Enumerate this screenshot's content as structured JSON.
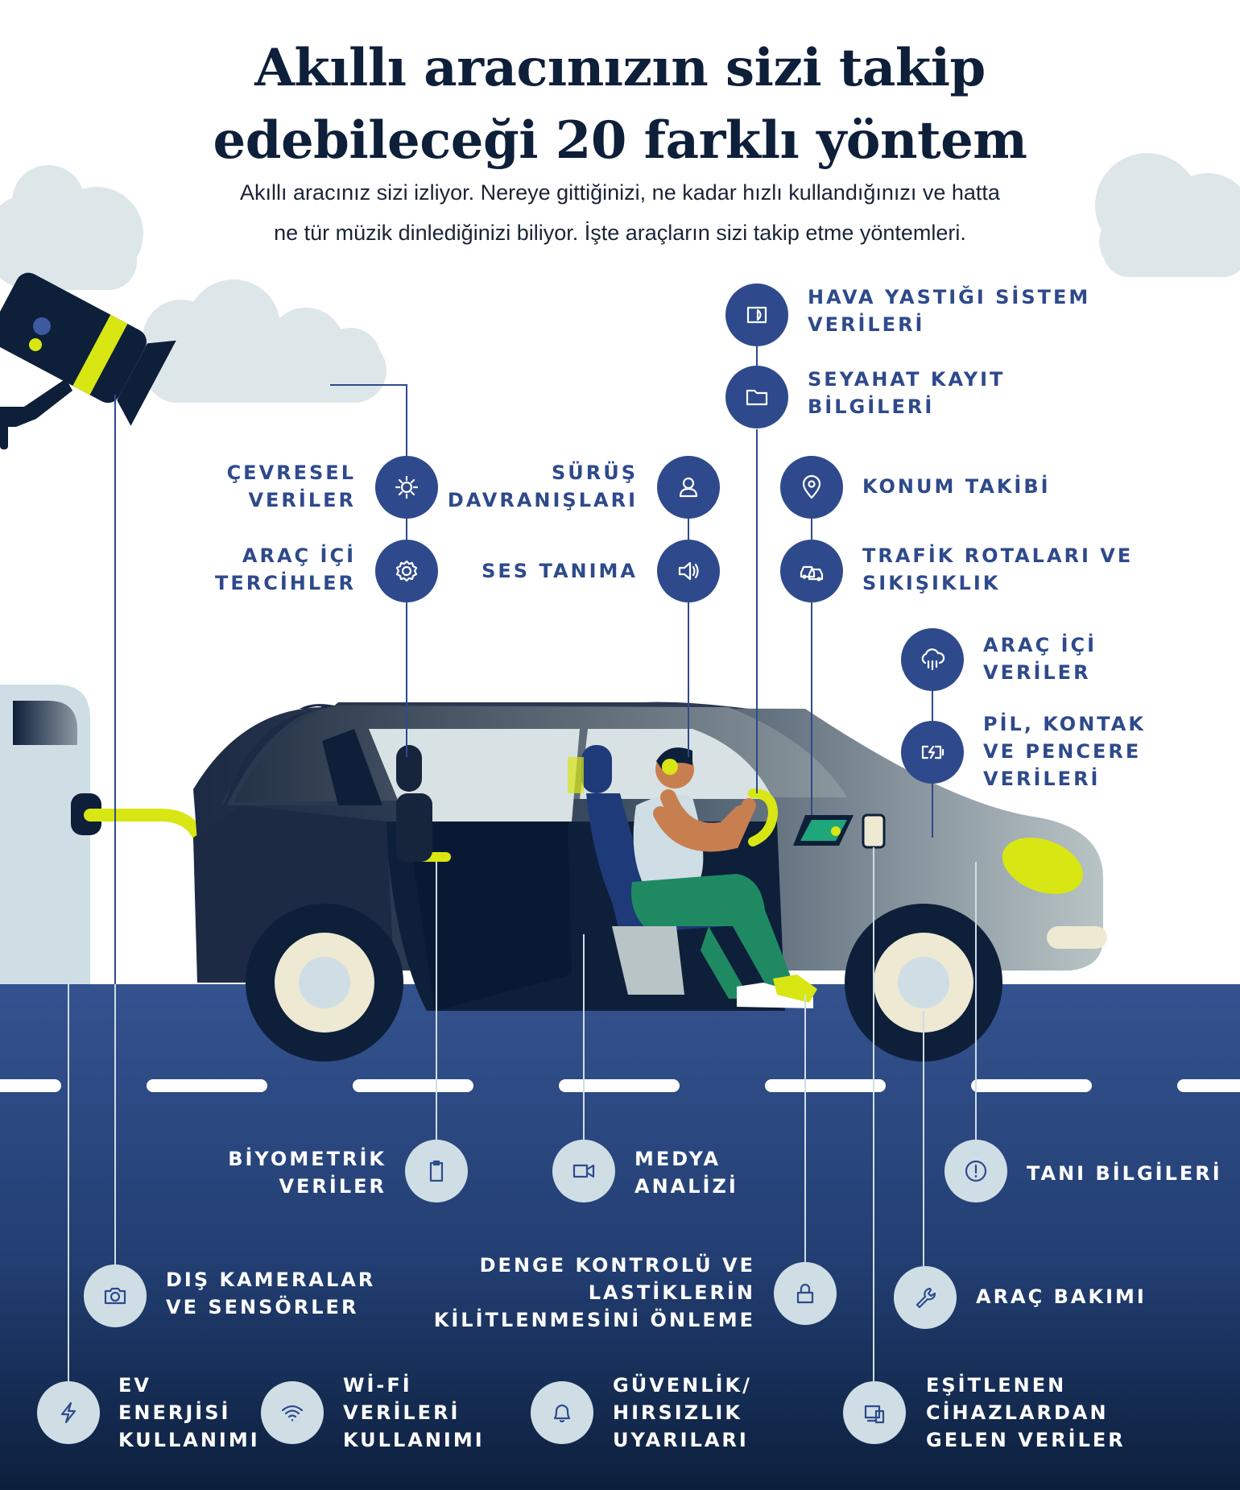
{
  "title_line1": "Akıllı aracınızın sizi takip",
  "title_line2": "edebileceği 20 farklı yöntem",
  "subtitle_line1": "Akıllı aracınız sizi izliyor. Nereye gittiğinizi, ne kadar hızlı kullandığınızı ve hatta",
  "subtitle_line2": "ne tür müzik dinlediğinizi biliyor. İşte araçların sizi takip etme yöntemleri.",
  "colors": {
    "navy": "#0e1f3a",
    "accent_blue": "#2e4a8c",
    "road_blue": "#2f4f8f",
    "lime": "#d8e614",
    "sky_cloud": "#dde7ea",
    "light_icon": "#cfdee5"
  },
  "methods": [
    {
      "label": "HAVA YASTIĞI SİSTEM\nVERİLERİ",
      "icon": "airbag-icon"
    },
    {
      "label": "SEYAHAT KAYIT\nBİLGİLERİ",
      "icon": "folder-icon"
    },
    {
      "label": "ÇEVRESEL\nVERİLER",
      "icon": "sun-icon"
    },
    {
      "label": "SÜRÜŞ\nDAVRANIŞLARI",
      "icon": "user-icon"
    },
    {
      "label": "KONUM TAKİBİ",
      "icon": "location-pin-icon"
    },
    {
      "label": "ARAÇ İÇİ\nTERCİHLER",
      "icon": "gear-icon"
    },
    {
      "label": "SES TANIMA",
      "icon": "speaker-icon"
    },
    {
      "label": "TRAFİK ROTALARI VE\nSIKIŞIKLIK",
      "icon": "traffic-cars-icon"
    },
    {
      "label": "ARAÇ İÇİ\nVERİLER",
      "icon": "cloud-data-icon"
    },
    {
      "label": "PİL, KONTAK\nVE PENCERE\nVERİLERİ",
      "icon": "battery-charge-icon"
    },
    {
      "label": "BİYOMETRİK\nVERİLER",
      "icon": "clipboard-icon"
    },
    {
      "label": "MEDYA\nANALİZİ",
      "icon": "video-camera-icon"
    },
    {
      "label": "TANI BİLGİLERİ",
      "icon": "alert-circle-icon"
    },
    {
      "label": "DIŞ KAMERALAR\nVE SENSÖRLER",
      "icon": "camera-icon"
    },
    {
      "label": "DENGE KONTROLÜ VE\nLASTİKLERİN\nKİLİTLENMESİNİ ÖNLEME",
      "icon": "lock-icon"
    },
    {
      "label": "ARAÇ BAKIMI",
      "icon": "wrench-icon"
    },
    {
      "label": "EV\nENERJİSİ\nKULLANIMI",
      "icon": "lightning-icon"
    },
    {
      "label": "Wİ-Fİ\nVERİLERİ\nKULLANIMI",
      "icon": "wifi-icon"
    },
    {
      "label": "GÜVENLİK/\nHIRSIZLIK\nUYARILARI",
      "icon": "bell-icon"
    },
    {
      "label": "EŞİTLENEN\nCİHAZLARDAN\nGELEN VERİLER",
      "icon": "devices-icon"
    }
  ]
}
